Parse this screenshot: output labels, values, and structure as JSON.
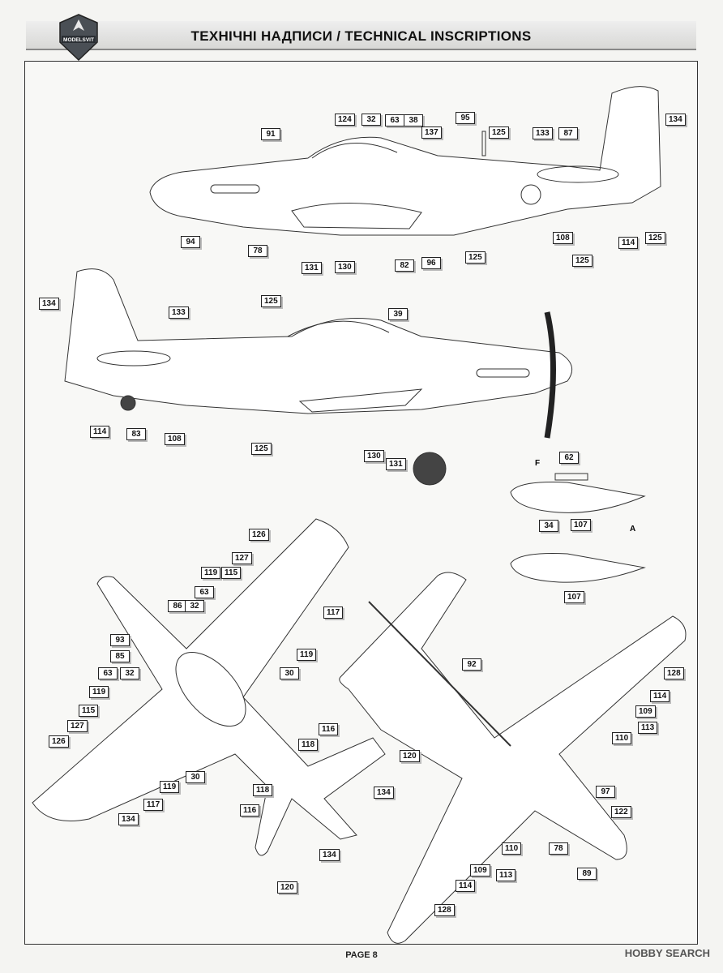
{
  "header": {
    "title": "ТЕХНІЧНІ НАДПИСИ / TECHNICAL INSCRIPTIONS",
    "logo_text": "MODELSVIT"
  },
  "footer": {
    "page_label": "PAGE 8",
    "watermark": "HOBBY SEARCH"
  },
  "callouts": {
    "c124": "124",
    "c32a": "32",
    "c63a": "63",
    "c38": "38",
    "c137": "137",
    "c95": "95",
    "c125a": "125",
    "c133a": "133",
    "c87": "87",
    "c134a": "134",
    "c91": "91",
    "c94": "94",
    "c78a": "78",
    "c131a": "131",
    "c130a": "130",
    "c82": "82",
    "c96": "96",
    "c125b": "125",
    "c108a": "108",
    "c114a": "114",
    "c125c": "125",
    "c125d": "125",
    "c134b": "134",
    "c133b": "133",
    "c125e": "125",
    "c39": "39",
    "c114b": "114",
    "c83": "83",
    "c108b": "108",
    "c125f": "125",
    "c130b": "130",
    "c131b": "131",
    "c62": "62",
    "c34": "34",
    "c107a": "107",
    "c107b": "107",
    "markF": "F",
    "markA": "A",
    "c126a": "126",
    "c127a": "127",
    "c119a": "119",
    "c115a": "115",
    "c63b": "63",
    "c86": "86",
    "c32b": "32",
    "c117a": "117",
    "c93": "93",
    "c85": "85",
    "c119b": "119",
    "c30a": "30",
    "c63c": "63",
    "c32c": "32",
    "c119c": "119",
    "c115b": "115",
    "c127b": "127",
    "c126b": "126",
    "c119d": "119",
    "c30b": "30",
    "c117b": "117",
    "c134c": "134",
    "c116a": "116",
    "c118a": "118",
    "c120a": "120",
    "c118b": "118",
    "c134d": "134",
    "c116b": "116",
    "c134e": "134",
    "c120b": "120",
    "c92": "92",
    "c128a": "128",
    "c114c": "114",
    "c109a": "109",
    "c110a": "110",
    "c113a": "113",
    "c97": "97",
    "c122": "122",
    "c78b": "78",
    "c110b": "110",
    "c89": "89",
    "c109b": "109",
    "c113b": "113",
    "c114d": "114",
    "c128b": "128"
  }
}
